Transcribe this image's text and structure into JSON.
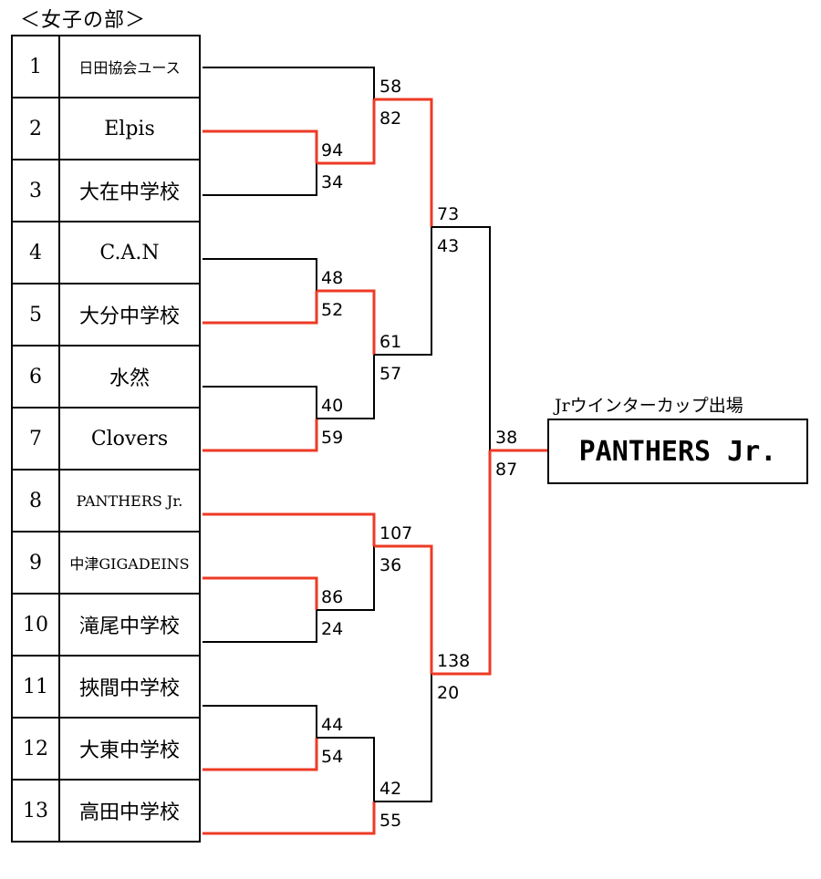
{
  "title": "＜女子の部＞",
  "teams": [
    {
      "seed": "1",
      "name": "日田協会ユース"
    },
    {
      "seed": "2",
      "name": "Elpis"
    },
    {
      "seed": "3",
      "name": "大在中学校"
    },
    {
      "seed": "4",
      "name": "C.A.N"
    },
    {
      "seed": "5",
      "name": "大分中学校"
    },
    {
      "seed": "6",
      "name": "水然"
    },
    {
      "seed": "7",
      "name": "Clovers"
    },
    {
      "seed": "8",
      "name": "PANTHERS Jr."
    },
    {
      "seed": "9",
      "name": "中津GIGADEINS"
    },
    {
      "seed": "10",
      "name": "滝尾中学校"
    },
    {
      "seed": "11",
      "name": "挾間中学校"
    },
    {
      "seed": "12",
      "name": "大東中学校"
    },
    {
      "seed": "13",
      "name": "高田中学校"
    }
  ],
  "scores": {
    "r1_2v3": [
      "94",
      "34"
    ],
    "r1_4v5": [
      "48",
      "52"
    ],
    "r1_6v7": [
      "40",
      "59"
    ],
    "r1_9v10": [
      "86",
      "24"
    ],
    "r1_11v12": [
      "44",
      "54"
    ],
    "qf_1vW": [
      "58",
      "82"
    ],
    "qf_WvW": [
      "61",
      "57"
    ],
    "qf_8vW": [
      "107",
      "36"
    ],
    "qf_Wv13": [
      "42",
      "55"
    ],
    "sf_top": [
      "73",
      "43"
    ],
    "sf_bottom": [
      "138",
      "20"
    ],
    "final": [
      "38",
      "87"
    ]
  },
  "champion": {
    "caption": "Jrウインターカップ出場",
    "name": "PANTHERS Jr."
  },
  "colors": {
    "winner_line": "#ee3a24",
    "line": "#000000"
  }
}
